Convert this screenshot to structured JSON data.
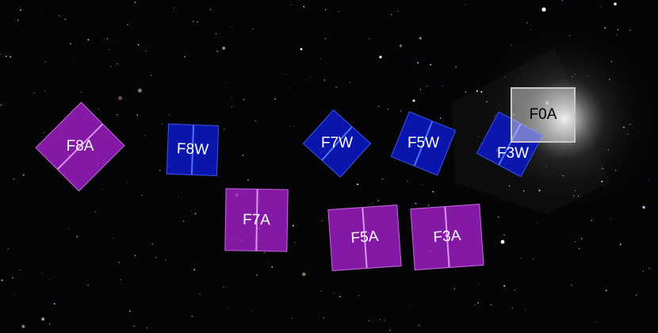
{
  "footprints": [
    {
      "id": "f8a",
      "label": "F8A",
      "color": "#a01ec8"
    },
    {
      "id": "f8w",
      "label": "F8W",
      "color": "#0a19c8"
    },
    {
      "id": "f7w",
      "label": "F7W",
      "color": "#0a19c8"
    },
    {
      "id": "f5w",
      "label": "F5W",
      "color": "#0a19c8"
    },
    {
      "id": "f3w",
      "label": "F3W",
      "color": "#0a19c8"
    },
    {
      "id": "f0a",
      "label": "F0A",
      "color": "#ebebeb"
    },
    {
      "id": "f7a",
      "label": "F7A",
      "color": "#a01ec8"
    },
    {
      "id": "f5a",
      "label": "F5A",
      "color": "#a01ec8"
    },
    {
      "id": "f3a",
      "label": "F3A",
      "color": "#a01ec8"
    }
  ]
}
